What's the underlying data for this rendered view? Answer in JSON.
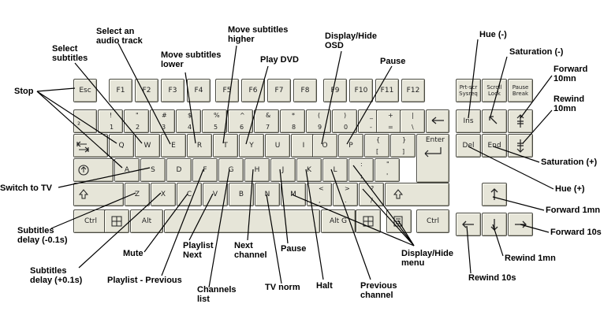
{
  "keys": {
    "esc": "Esc",
    "f1": "F1",
    "f2": "F2",
    "f3": "F3",
    "f4": "F4",
    "f5": "F5",
    "f6": "F6",
    "f7": "F7",
    "f8": "F8",
    "f9": "F9",
    "f10": "F10",
    "f11": "F11",
    "f12": "F12",
    "prtscr": "Prt-scr\nSysreq",
    "scrolllock": "Scroll\nLock",
    "pause": "Pause\nBreak",
    "n1_top": "!",
    "n1_bot": "1",
    "n2_top": "\"",
    "n2_bot": "2",
    "n3_top": "#",
    "n3_bot": "3",
    "n4_top": "$",
    "n4_bot": "4",
    "n5_top": "%",
    "n5_bot": "5",
    "n6_top": "^",
    "n6_bot": "6",
    "n7_top": "&",
    "n7_bot": "7",
    "n8_top": "*",
    "n8_bot": "8",
    "n9_top": "(",
    "n9_bot": "9",
    "n0_top": ")",
    "n0_bot": "0",
    "minus_top": "_",
    "minus_bot": "-",
    "equal_top": "+",
    "equal_bot": "=",
    "pipe_top": "|",
    "pipe_bot": "\\",
    "backtick": "²",
    "q": "Q",
    "w": "W",
    "e": "E",
    "r": "R",
    "t": "T",
    "y": "Y",
    "u": "U",
    "i": "I",
    "o": "O",
    "p": "P",
    "lbrace_top": "{",
    "lbrace_bot": "[",
    "rbrace_top": "}",
    "rbrace_bot": "]",
    "enter": "Enter",
    "a": "A",
    "s": "S",
    "d": "D",
    "f": "F",
    "g": "G",
    "h": "H",
    "j": "J",
    "k": "K",
    "l": "L",
    "semicolon_top": ":",
    "semicolon_bot": ";",
    "quote_top": "\"",
    "quote_bot": "'",
    "z": "Z",
    "x": "X",
    "c": "C",
    "v": "V",
    "b": "B",
    "n": "N",
    "m": "M",
    "comma_top": "<",
    "comma_bot": ",",
    "period_top": ">",
    "period_bot": ".",
    "slash_top": "?",
    "slash_bot": "/",
    "ctrl": "Ctrl",
    "alt": "Alt",
    "altgr": "Alt G",
    "ctrl_right": "Ctrl",
    "ins": "Ins",
    "del": "Del",
    "end": "End"
  },
  "labels": {
    "stop": "Stop",
    "select_subtitles": "Select\nsubtitles",
    "select_audio": "Select an\naudio track",
    "move_sub_lower": "Move subtitles\nlower",
    "move_sub_higher": "Move subtitles\nhigher",
    "play_dvd": "Play DVD",
    "display_hide_osd": "Display/Hide\nOSD",
    "pause_top": "Pause",
    "hue_minus": "Hue (-)",
    "saturation_minus": "Saturation (-)",
    "forward_10mn": "Forward\n10mn",
    "rewind_10mn": "Rewind\n10mn",
    "saturation_plus": "Saturation (+)",
    "hue_plus": "Hue (+)",
    "switch_to_tv": "Switch to TV",
    "forward_1mn": "Forward 1mn",
    "forward_10s": "Forward 10s",
    "rewind_1mn": "Rewind 1mn",
    "rewind_10s": "Rewind 10s",
    "subtitles_delay_minus": "Subtitles\ndelay (-0.1s)",
    "subtitles_delay_plus": "Subtitles\ndelay (+0.1s)",
    "mute": "Mute",
    "playlist_next": "Playlist\nNext",
    "playlist_previous": "Playlist - Previous",
    "next_channel": "Next\nchannel",
    "channels_list": "Channels\nlist",
    "tv_norm": "TV norm",
    "pause_bottom": "Pause",
    "halt": "Halt",
    "previous_channel": "Previous\nchannel",
    "display_hide_menu": "Display/Hide\nmenu"
  },
  "colors": {
    "key_face": "#e6e5d8",
    "key_border": "#4a4a42",
    "line": "#000000",
    "background": "#ffffff"
  }
}
